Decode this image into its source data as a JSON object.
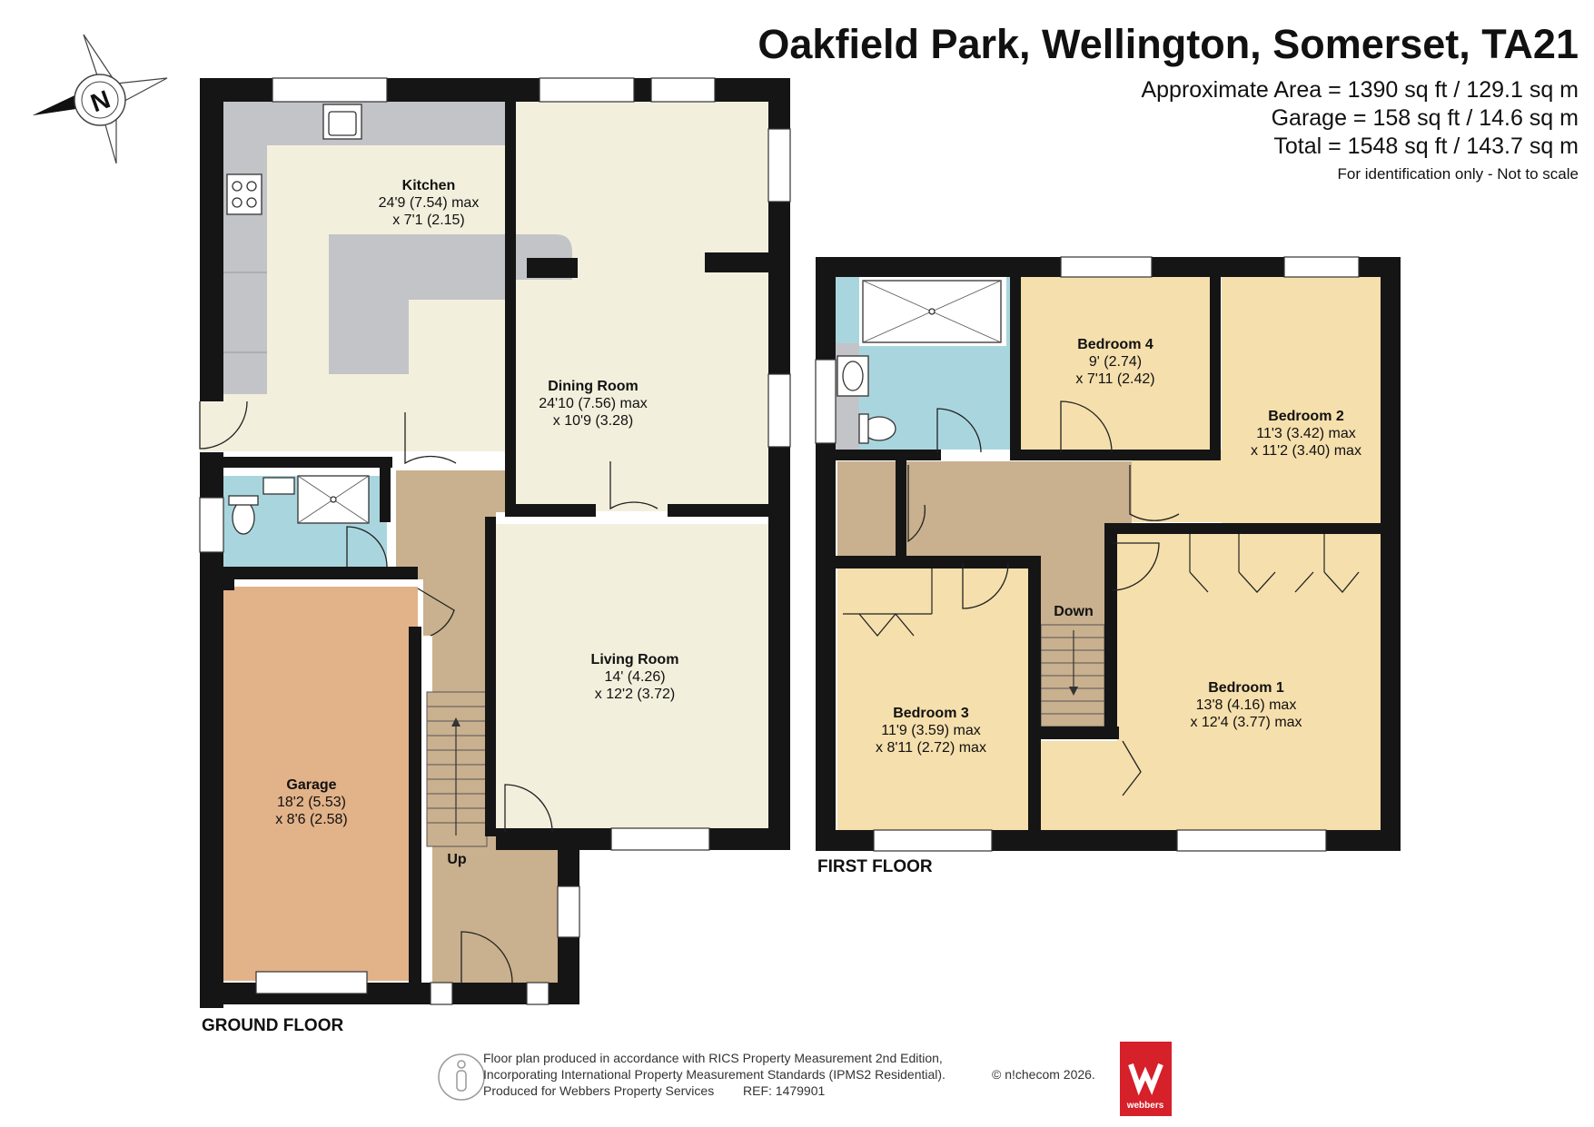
{
  "header": {
    "title": "Oakfield Park, Wellington, Somerset, TA21",
    "approx_area": "Approximate Area = 1390 sq ft / 129.1 sq m",
    "garage_area": "Garage = 158 sq ft / 14.6 sq m",
    "total_area": "Total = 1548 sq ft / 143.7 sq m",
    "disclaimer": "For identification only - Not to scale"
  },
  "compass": {
    "label": "N",
    "icon": "compass-icon"
  },
  "floors": {
    "ground": "GROUND FLOOR",
    "first": "FIRST FLOOR"
  },
  "rooms": {
    "kitchen": {
      "name": "Kitchen",
      "dim1": "24'9 (7.54) max",
      "dim2": "x 7'1 (2.15)"
    },
    "dining": {
      "name": "Dining Room",
      "dim1": "24'10 (7.56) max",
      "dim2": "x 10'9 (3.28)"
    },
    "living": {
      "name": "Living Room",
      "dim1": "14' (4.26)",
      "dim2": "x 12'2 (3.72)"
    },
    "garage": {
      "name": "Garage",
      "dim1": "18'2 (5.53)",
      "dim2": "x 8'6 (2.58)"
    },
    "bed4": {
      "name": "Bedroom 4",
      "dim1": "9' (2.74)",
      "dim2": "x 7'11 (2.42)"
    },
    "bed2": {
      "name": "Bedroom 2",
      "dim1": "11'3 (3.42) max",
      "dim2": "x 11'2 (3.40) max"
    },
    "bed3": {
      "name": "Bedroom 3",
      "dim1": "11'9 (3.59) max",
      "dim2": "x 8'11 (2.72) max"
    },
    "bed1": {
      "name": "Bedroom 1",
      "dim1": "13'8 (4.16) max",
      "dim2": "x 12'4 (3.77) max"
    }
  },
  "stairs": {
    "up": "Up",
    "down": "Down"
  },
  "footer": {
    "line1": "Floor plan produced in accordance with RICS Property Measurement 2nd Edition,",
    "line2": "Incorporating International Property Measurement Standards (IPMS2 Residential).",
    "line3": "Produced for Webbers Property Services",
    "ref": "REF: 1479901",
    "copyright": "© n!checom 2026.",
    "logo_text": "webbers",
    "person_icon": "person-icon"
  },
  "colors": {
    "room": "#f3efdd",
    "bedroom": "#f5dfac",
    "hall": "#c9b08e",
    "bathroom": "#a9d6de",
    "garage": "#e2b289",
    "worktop": "#c3c4c8",
    "wall": "#151515",
    "brand": "#d6202a"
  }
}
